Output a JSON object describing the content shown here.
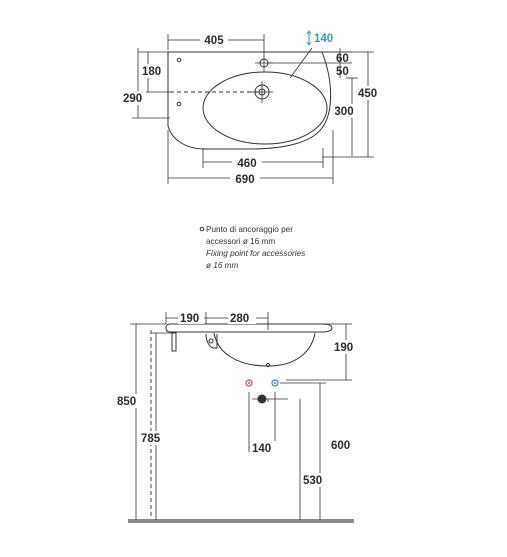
{
  "top_view": {
    "dims": {
      "w405": "405",
      "tap_height": "140",
      "d60": "60",
      "d50": "50",
      "h180": "180",
      "h290": "290",
      "d300": "300",
      "depth450": "450",
      "w460": "460",
      "w690": "690"
    }
  },
  "legend": {
    "symbol": "○",
    "line1": "Punto di ancoraggio per",
    "line2": "accessori ø 16 mm",
    "line3": "Fixing point for accessories",
    "line4": "ø 16 mm"
  },
  "front_view": {
    "dims": {
      "w190": "190",
      "w280": "280",
      "h190": "190",
      "h850": "850",
      "h785": "785",
      "w140": "140",
      "h600": "600",
      "h530": "530"
    }
  },
  "colors": {
    "tap_dim_blue": "#2a9fd6",
    "hot_red": "#d64a3a",
    "cold_blue": "#2f7fd0",
    "floor_grey": "#8a8a8a"
  }
}
